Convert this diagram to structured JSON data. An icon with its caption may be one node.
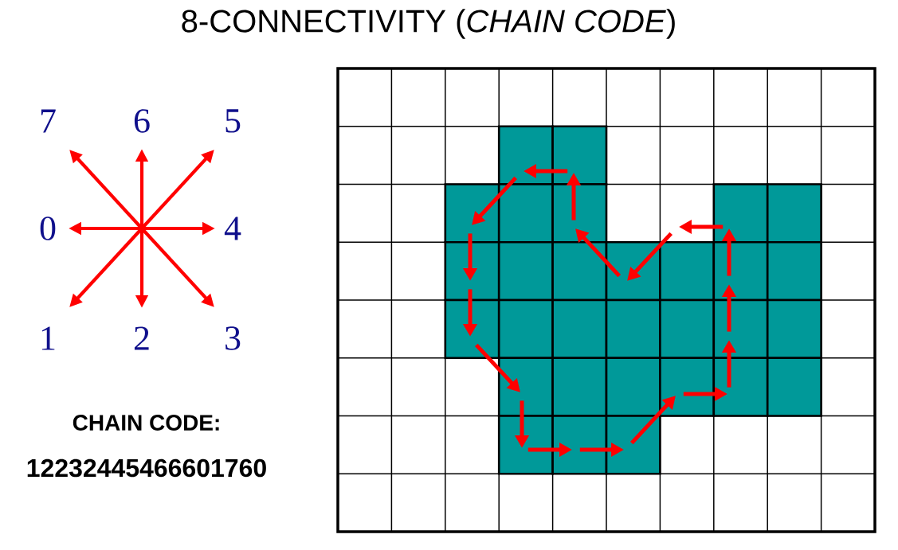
{
  "diagram": {
    "title": "8-CONNECTIVITY (*CHAIN CODE*)",
    "labels": [
      "7",
      "6",
      "5",
      "0",
      "4",
      "1",
      "2",
      "3",
      "CHAIN CODE:",
      "12232445466601760"
    ]
  }
}
